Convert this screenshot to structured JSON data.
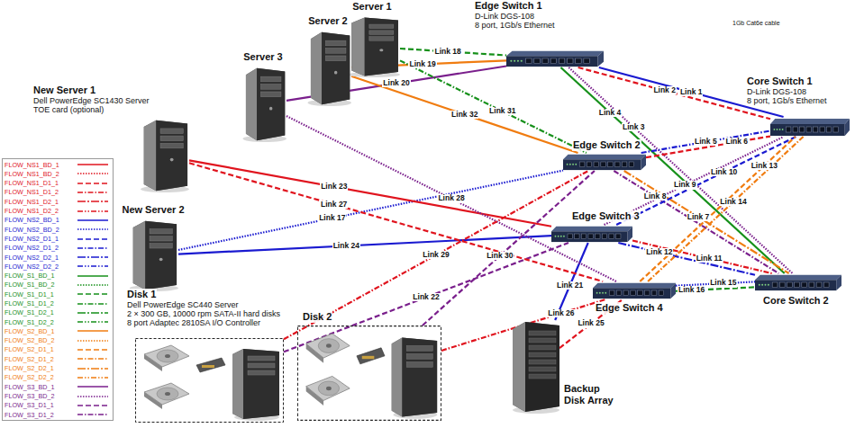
{
  "diagram": {
    "nodes": [
      {
        "text": [
          "Server 1"
        ]
      },
      {
        "text": [
          "Server 2"
        ]
      },
      {
        "text": [
          "Server 3"
        ]
      },
      {
        "text": [
          "New Server 1",
          "Dell PowerEdge SC1430 Server",
          "TOE card (optional)"
        ]
      },
      {
        "text": [
          "New Server 2"
        ]
      },
      {
        "text": [
          "Edge Switch 1",
          "D-Link DGS-108",
          "8 port, 1Gb/s Ethernet"
        ]
      },
      {
        "text": [
          "Core Switch 1",
          "D-Link DGS-108",
          "8 port, 1Gb/s Ethernet"
        ]
      },
      {
        "text": [
          "Edge Switch 2"
        ]
      },
      {
        "text": [
          "Edge Switch 3"
        ]
      },
      {
        "text": [
          "Edge Switch 4"
        ]
      },
      {
        "text": [
          "Core Switch 2"
        ]
      },
      {
        "text": [
          "Disk 1",
          "Dell PowerEdge SC440 Server",
          "2 × 300 GB, 10000 rpm SATA-II hard disks",
          "8 port Adaptec 2810SA I/O Controller"
        ]
      },
      {
        "text": [
          "Disk 2"
        ]
      },
      {
        "text": [
          "Backup Disk Array"
        ]
      }
    ],
    "edges": [
      {
        "from": 5,
        "to": 6,
        "label": "Link 1",
        "arrow": "none"
      },
      {
        "from": 5,
        "to": 6,
        "label": "Link 2",
        "arrow": "none"
      },
      {
        "from": 5,
        "to": 10,
        "label": "Link 3",
        "arrow": "none"
      },
      {
        "from": 5,
        "to": 10,
        "label": "Link 4",
        "arrow": "none"
      },
      {
        "from": 7,
        "to": 6,
        "label": "Link 5",
        "arrow": "none"
      },
      {
        "from": 7,
        "to": 6,
        "label": "Link 6",
        "arrow": "none"
      },
      {
        "from": 7,
        "to": 10,
        "label": "Link 7",
        "arrow": "none"
      },
      {
        "from": 7,
        "to": 10,
        "label": "Link 8",
        "arrow": "none"
      },
      {
        "from": 8,
        "to": 6,
        "label": "Link 9",
        "arrow": "none"
      },
      {
        "from": 8,
        "to": 6,
        "label": "Link 10",
        "arrow": "none"
      },
      {
        "from": 8,
        "to": 10,
        "label": "Link 11",
        "arrow": "none"
      },
      {
        "from": 8,
        "to": 10,
        "label": "Link 12",
        "arrow": "none"
      },
      {
        "from": 9,
        "to": 6,
        "label": "Link 13",
        "arrow": "none"
      },
      {
        "from": 9,
        "to": 6,
        "label": "Link 14",
        "arrow": "none"
      },
      {
        "from": 9,
        "to": 10,
        "label": "Link 15",
        "arrow": "none"
      },
      {
        "from": 9,
        "to": 10,
        "label": "Link 16",
        "arrow": "none"
      },
      {
        "from": 4,
        "to": 7,
        "label": "Link 17",
        "arrow": "none"
      },
      {
        "from": 0,
        "to": 5,
        "label": "Link 18",
        "arrow": "none"
      },
      {
        "from": 1,
        "to": 5,
        "label": "Link 19",
        "arrow": "none"
      },
      {
        "from": 2,
        "to": 5,
        "label": "Link 20",
        "arrow": "none"
      },
      {
        "from": 13,
        "to": 8,
        "label": "Link 21",
        "arrow": "none"
      },
      {
        "from": 11,
        "to": 8,
        "label": "Link 22",
        "arrow": "none"
      },
      {
        "from": 3,
        "to": 8,
        "label": "Link 23",
        "arrow": "none"
      },
      {
        "from": 4,
        "to": 8,
        "label": "Link 24",
        "arrow": "none"
      },
      {
        "from": 13,
        "to": 9,
        "label": "Link 25",
        "arrow": "none"
      },
      {
        "from": 12,
        "to": 9,
        "label": "Link 26",
        "arrow": "none"
      },
      {
        "from": 3,
        "to": 9,
        "label": "Link 27",
        "arrow": "none"
      },
      {
        "from": 2,
        "to": 9,
        "label": "Link 28",
        "arrow": "none"
      },
      {
        "from": 11,
        "to": 7,
        "label": "Link 29",
        "arrow": "none"
      },
      {
        "from": 12,
        "to": 7,
        "label": "Link 30",
        "arrow": "none"
      },
      {
        "from": 0,
        "to": 7,
        "label": "Link 31",
        "arrow": "none"
      },
      {
        "from": 1,
        "to": 7,
        "label": "Link 32",
        "arrow": "none"
      }
    ],
    "labels": [
      "1Gb Cat6e cable"
    ],
    "legend": [
      {
        "text": "FLOW_NS1_BD_1"
      },
      {
        "text": "FLOW_NS1_BD_2"
      },
      {
        "text": "FLOW_NS1_D1_1"
      },
      {
        "text": "FLOW_NS1_D1_2"
      },
      {
        "text": "FLOW_NS1_D2_1"
      },
      {
        "text": "FLOW_NS1_D2_2"
      },
      {
        "text": "FLOW_NS2_BD_1"
      },
      {
        "text": "FLOW_NS2_BD_2"
      },
      {
        "text": "FLOW_NS2_D1_1"
      },
      {
        "text": "FLOW_NS2_D1_2"
      },
      {
        "text": "FLOW_NS2_D2_1"
      },
      {
        "text": "FLOW_NS2_D2_2"
      },
      {
        "text": "FLOW_S1_BD_1"
      },
      {
        "text": "FLOW_S1_BD_2"
      },
      {
        "text": "FLOW_S1_D1_1"
      },
      {
        "text": "FLOW_S1_D1_2"
      },
      {
        "text": "FLOW_S1_D2_1"
      },
      {
        "text": "FLOW_S1_D2_2"
      },
      {
        "text": "FLOW_S2_BD_1"
      },
      {
        "text": "FLOW_S2_BD_2"
      },
      {
        "text": "FLOW_S2_D1_1"
      },
      {
        "text": "FLOW_S2_D1_2"
      },
      {
        "text": "FLOW_S2_D2_1"
      },
      {
        "text": "FLOW_S2_D2_2"
      },
      {
        "text": "FLOW_S3_BD_1"
      },
      {
        "text": "FLOW_S3_BD_2"
      },
      {
        "text": "FLOW_S3_D1_1"
      },
      {
        "text": "FLOW_S3_D1_2"
      }
    ]
  }
}
